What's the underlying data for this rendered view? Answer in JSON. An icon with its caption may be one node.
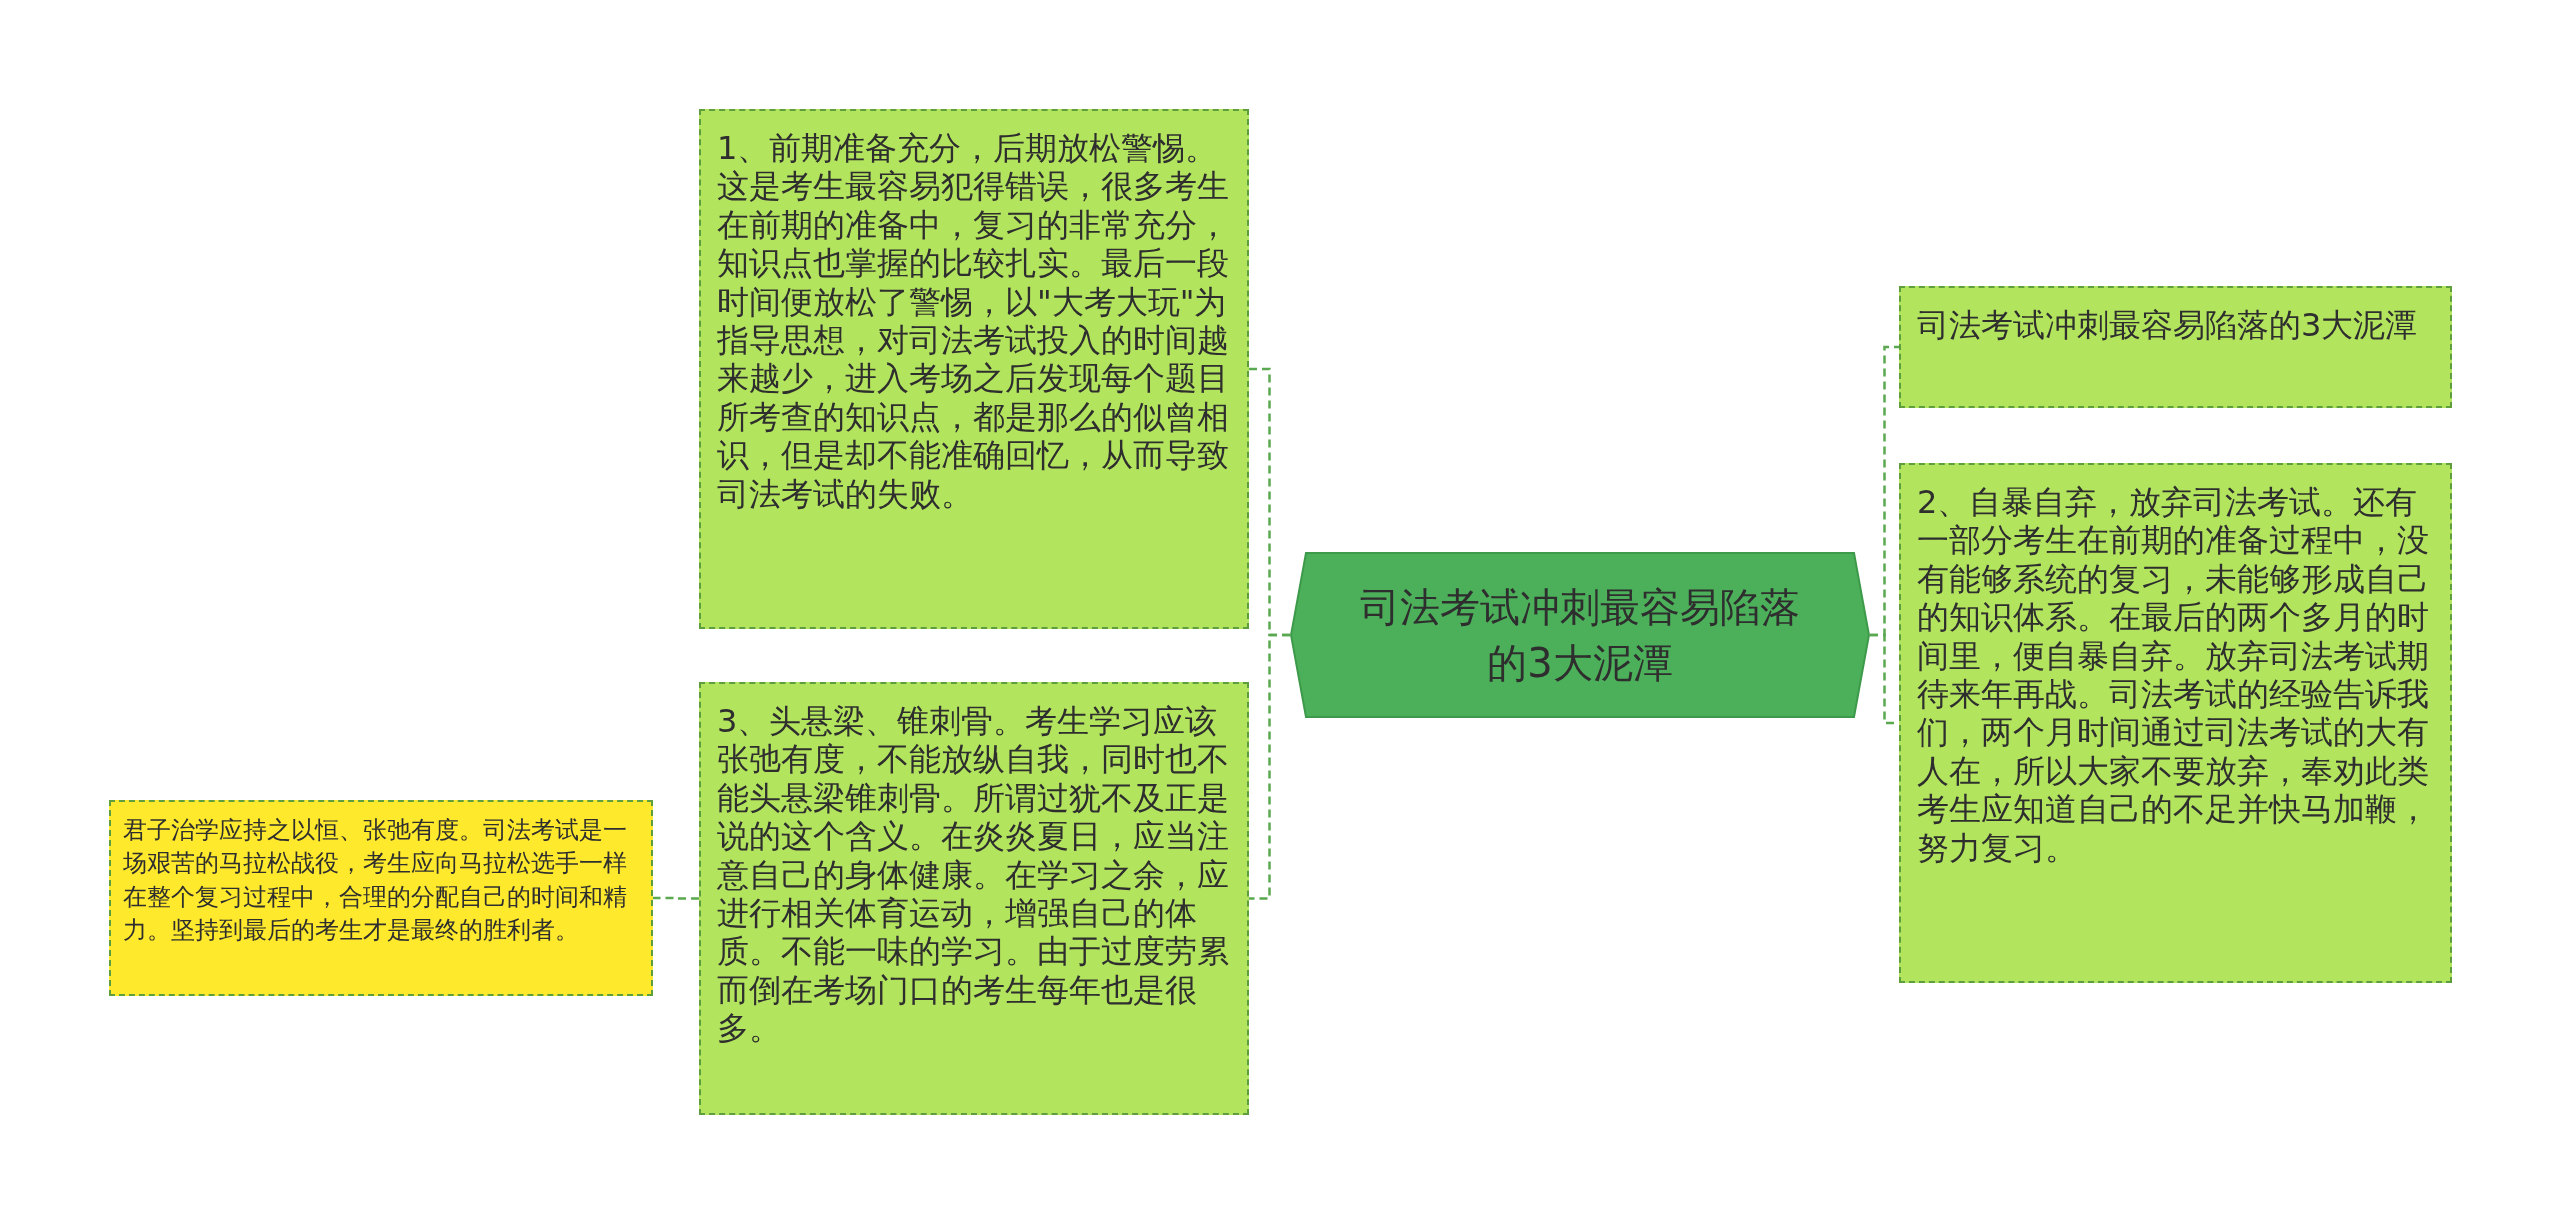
{
  "diagram": {
    "nodes": [
      {
        "text": [
          "司法考试冲刺最容易陷落的3大泥潭"
        ]
      },
      {
        "text": [
          "1、前期准备充分，后期放松警惕。这是考生最容易犯得错误，很多考生在前期的准备中，复习的非常充分，知识点也掌握的比较扎实。最后一段时间便放松了警惕，以\"大考大玩\"为指导思想，对司法考试投入的时间越来越少，进入考场之后发现每个题目所考查的知识点，都是那么的似曾相识，但是却不能准确回忆，从而导致司法考试的失败。"
        ]
      },
      {
        "text": [
          "3、头悬梁、锥刺骨。考生学习应该张弛有度，不能放纵自我，同时也不能头悬梁锥刺骨。所谓过犹不及正是说的这个含义。在炎炎夏日，应当注意自己的身体健康。在学习之余，应进行相关体育运动，增强自己的体质。不能一味的学习。由于过度劳累而倒在考场门口的考生每年也是很多。"
        ]
      },
      {
        "text": [
          "君子治学应持之以恒、张弛有度。司法考试是一场艰苦的马拉松战役，考生应向马拉松选手一样在整个复习过程中，合理的分配自己的时间和精力。坚持到最后的考生才是最终的胜利者。"
        ]
      },
      {
        "text": [
          "司法考试冲刺最容易陷落的3大泥潭"
        ]
      },
      {
        "text": [
          "2、自暴自弃，放弃司法考试。还有一部分考生在前期的准备过程中，没有能够系统的复习，未能够形成自己的知识体系。在最后的两个多月的时间里，便自暴自弃。放弃司法考试期待来年再战。司法考试的经验告诉我们，两个月时间通过司法考试的大有人在，所以大家不要放弃，奉劝此类考生应知道自己的不足并快马加鞭，努力复习。"
        ]
      }
    ],
    "edges": [
      {
        "from": 0,
        "to": 1,
        "arrow": "none"
      },
      {
        "from": 0,
        "to": 2,
        "arrow": "none"
      },
      {
        "from": 0,
        "to": 4,
        "arrow": "none"
      },
      {
        "from": 0,
        "to": 5,
        "arrow": "none"
      },
      {
        "from": 2,
        "to": 3,
        "arrow": "none"
      }
    ]
  }
}
